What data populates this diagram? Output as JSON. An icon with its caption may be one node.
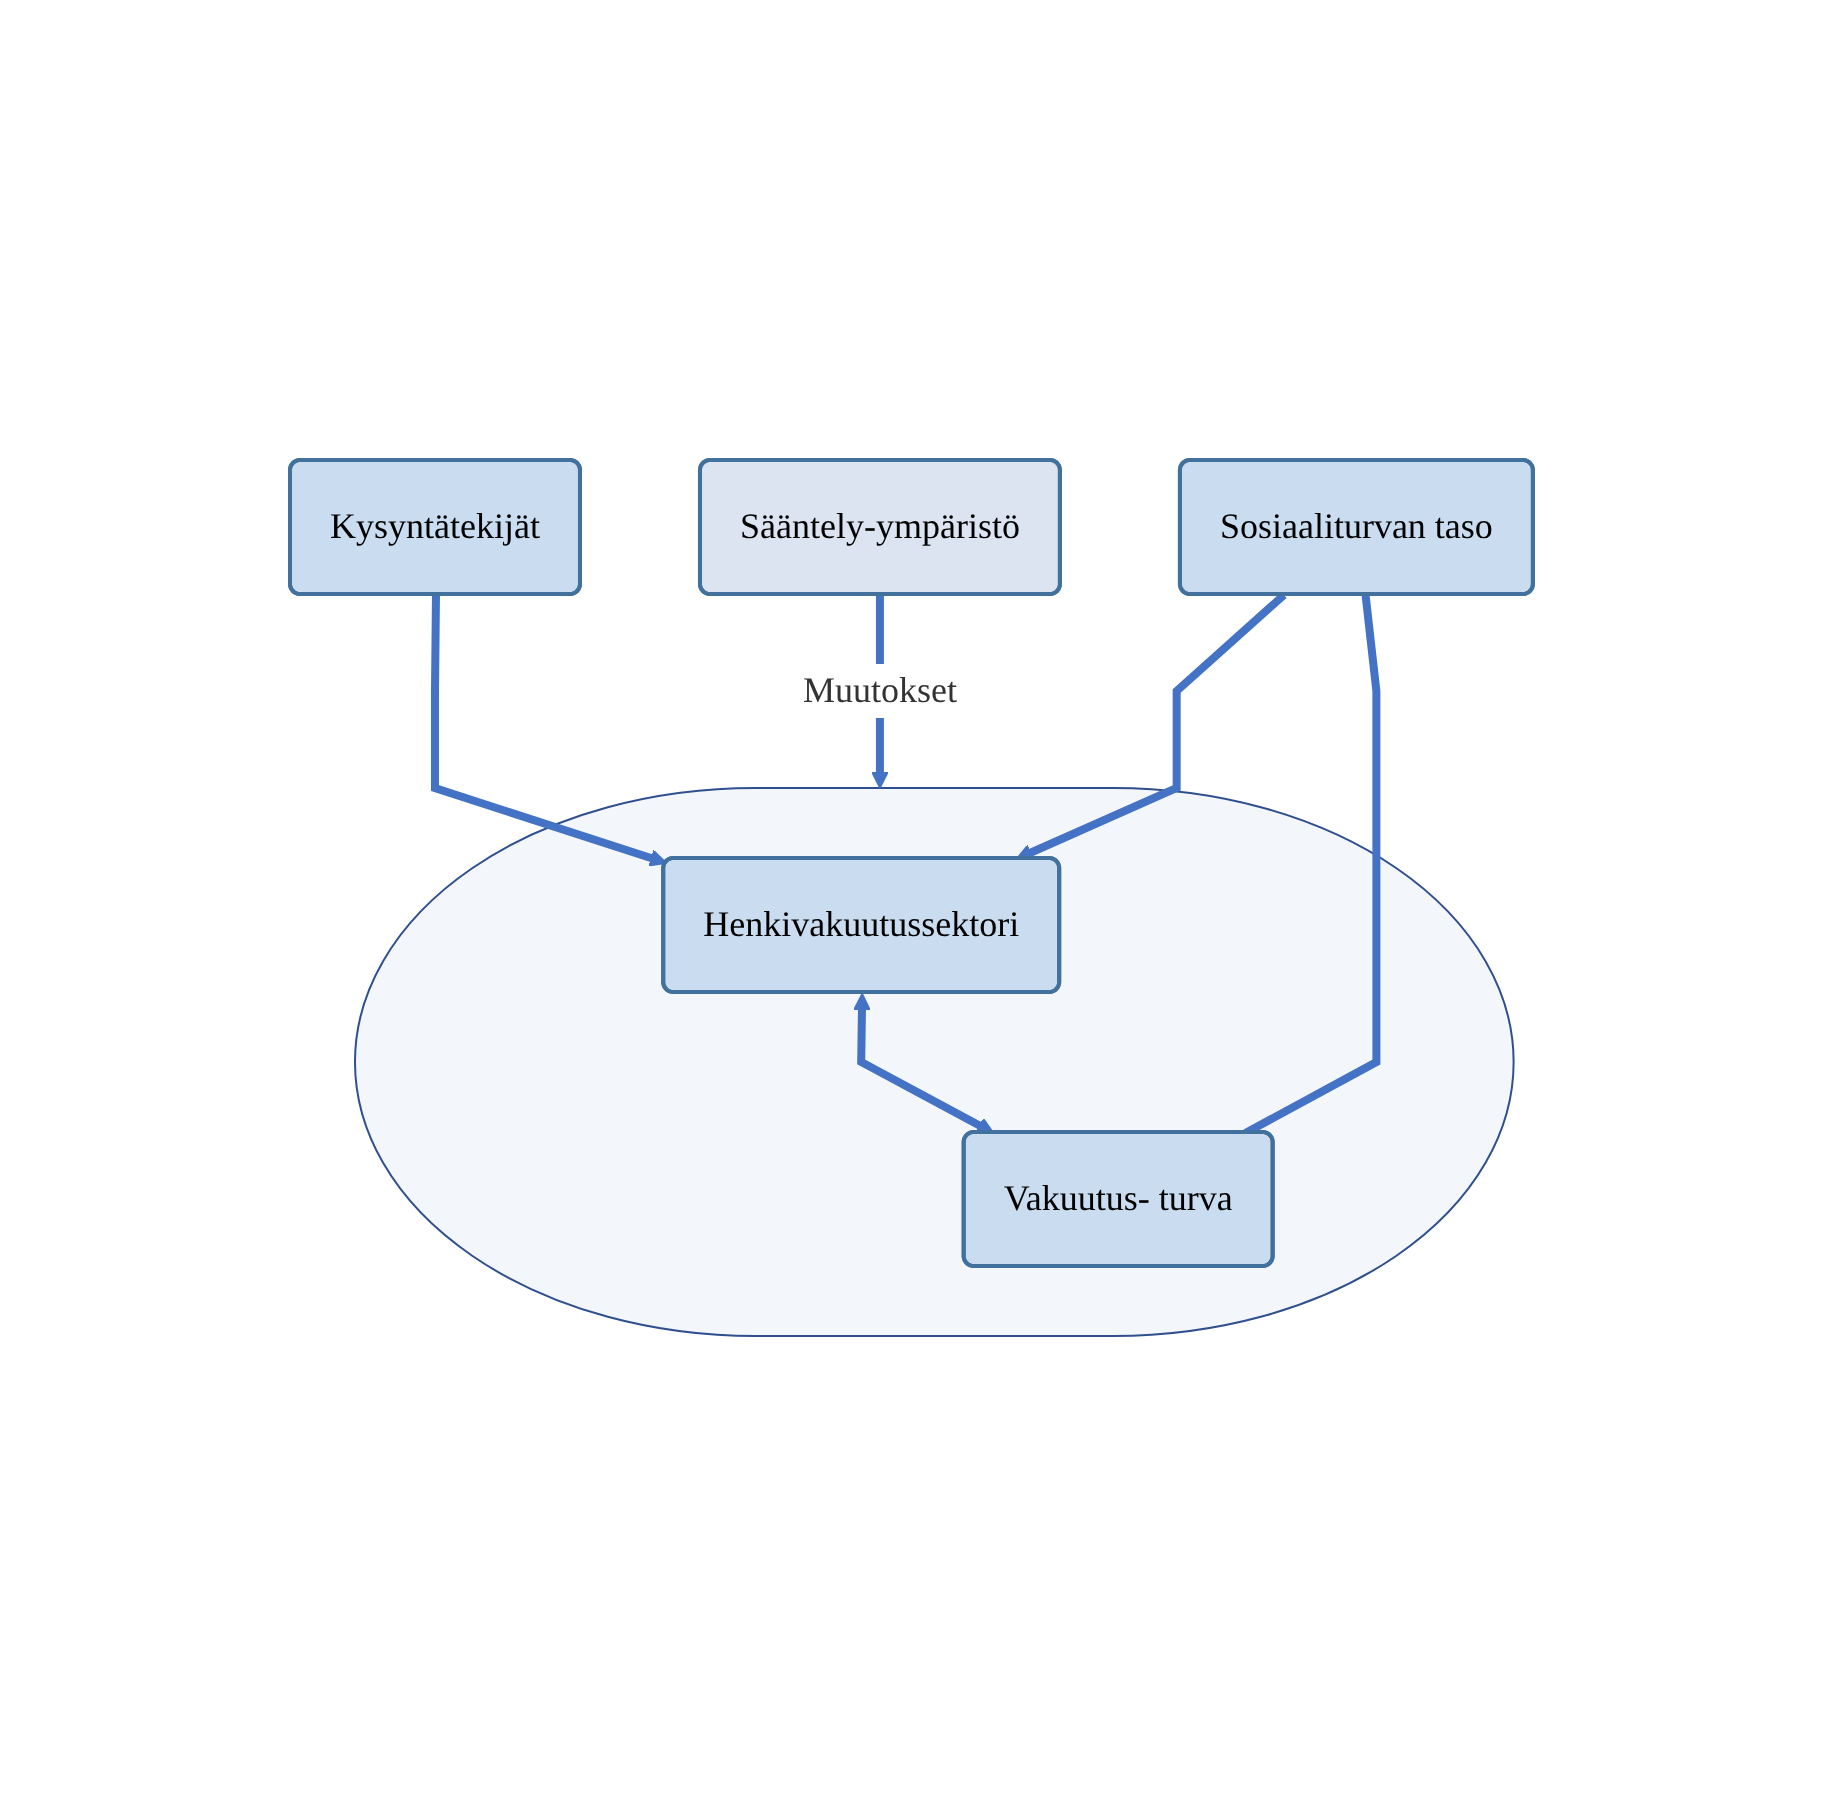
{
  "diagram": {
    "nodes": [
      {
        "text": [
          "Sääntely-ympäristö"
        ]
      },
      {
        "text": [],
        "shape": "ellipse"
      },
      {
        "text": [
          "Henkivakuutussektori"
        ],
        "in": 1
      },
      {
        "text": [
          "Vakuutus- turva"
        ],
        "in": 1
      },
      {
        "text": [
          "Kysyntätekijät"
        ]
      },
      {
        "text": [
          "Sosiaaliturvan taso"
        ]
      }
    ],
    "edges": [
      {
        "from": 0,
        "to": 1,
        "arrow": "to",
        "label": "Muutokset"
      },
      {
        "from": 2,
        "to": 3,
        "arrow": "both"
      },
      {
        "from": 4,
        "to": 2,
        "arrow": "to"
      },
      {
        "from": 5,
        "to": 2,
        "arrow": "to"
      },
      {
        "from": 5,
        "to": 3,
        "arrow": "none"
      }
    ]
  }
}
